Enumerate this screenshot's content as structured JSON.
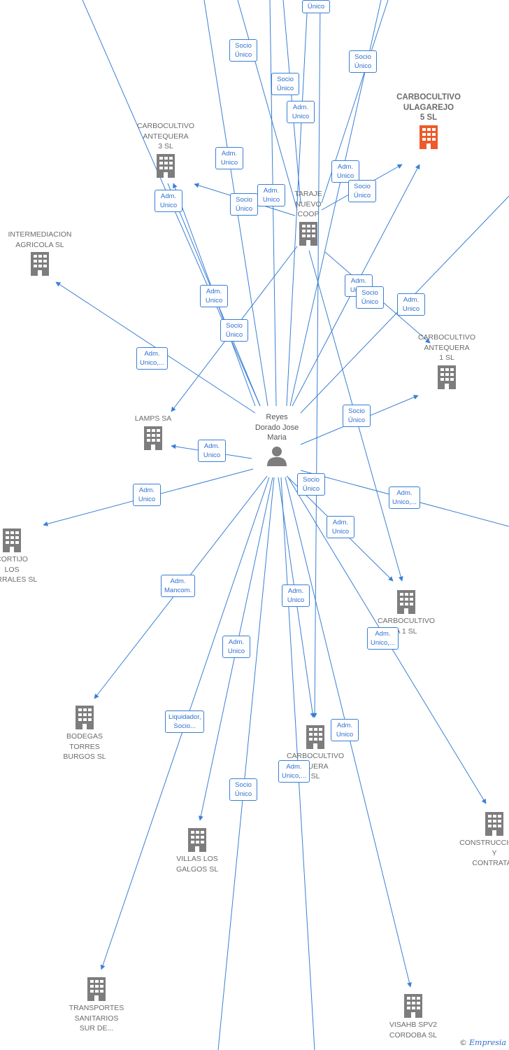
{
  "colors": {
    "edge": "#3a7fd5",
    "building": "#7d7d7d",
    "building_highlight": "#ee5a2a",
    "person": "#7d7d7d",
    "label_text": "#2f6fcf"
  },
  "center": {
    "name": "Reyes\nDorado Jose\nMaria",
    "icon": "person-icon"
  },
  "companies": [
    {
      "id": "ulagarejo",
      "name": "CARBOCULTIVO\nULAGAREJO\n5  SL",
      "highlight": true
    },
    {
      "id": "antequera3",
      "name": "CARBOCULTIVO\nANTEQUERA\n3  SL"
    },
    {
      "id": "taraje",
      "name": "TARAJE\nNUEVO\nCOOP"
    },
    {
      "id": "intermediacion",
      "name": "INTERMEDIACION\nAGRICOLA SL"
    },
    {
      "id": "antequera1",
      "name": "CARBOCULTIVO\nANTEQUERA\n1  SL"
    },
    {
      "id": "lamps",
      "name": "LAMPS SA"
    },
    {
      "id": "cortijo",
      "name": "CORTIJO\nLOS\nCARRALES SL"
    },
    {
      "id": "carbocultivo_a1",
      "name": "CARBOCULTIVO\nA 1  SL"
    },
    {
      "id": "bodegas",
      "name": "BODEGAS\nTORRES\nBURGOS  SL"
    },
    {
      "id": "carbo_quera",
      "name": "CARBOCULTIVO\nQUERA\nSL"
    },
    {
      "id": "construcciones",
      "name": "CONSTRUCCIONES\nY\nCONTRATAS"
    },
    {
      "id": "villas",
      "name": "VILLAS LOS\nGALGOS SL"
    },
    {
      "id": "transportes",
      "name": "TRANSPORTES\nSANITARIOS\nSUR DE..."
    },
    {
      "id": "visahb",
      "name": "VISAHB SPV2\nCORDOBA  SL"
    }
  ],
  "edge_labels": [
    "Único",
    "Socio\nÚnico",
    "Socio\nÚnico",
    "Socio\nÚnico",
    "Adm.\nUnico",
    "Adm.\nUnico",
    "Adm.\nUnico",
    "Socio\nÚnico",
    "Adm.\nUnico",
    "Adm.\nUnico",
    "Socio\nÚnico",
    "Adm.\nUnico",
    "Socio\nÚnico",
    "Adm.\nUnico",
    "Adm.\nUnico",
    "Socio\nÚnico",
    "Adm.\nUnico,...",
    "Socio\nÚnico",
    "Adm.\nUnico",
    "Adm.\nUnico",
    "Socio\nÚnico",
    "Adm.\nUnico,...",
    "Adm.\nUnico",
    "Adm.\nMancom.",
    "Adm.\nUnico",
    "Adm.\nUnico",
    "Adm.\nUnico,...",
    "Liquidador,\nSocio...",
    "Adm.\nUnico",
    "Adm.\nUnico,...",
    "Socio\nÚnico"
  ],
  "brand": {
    "copyright": "©",
    "name": "Empresia"
  }
}
